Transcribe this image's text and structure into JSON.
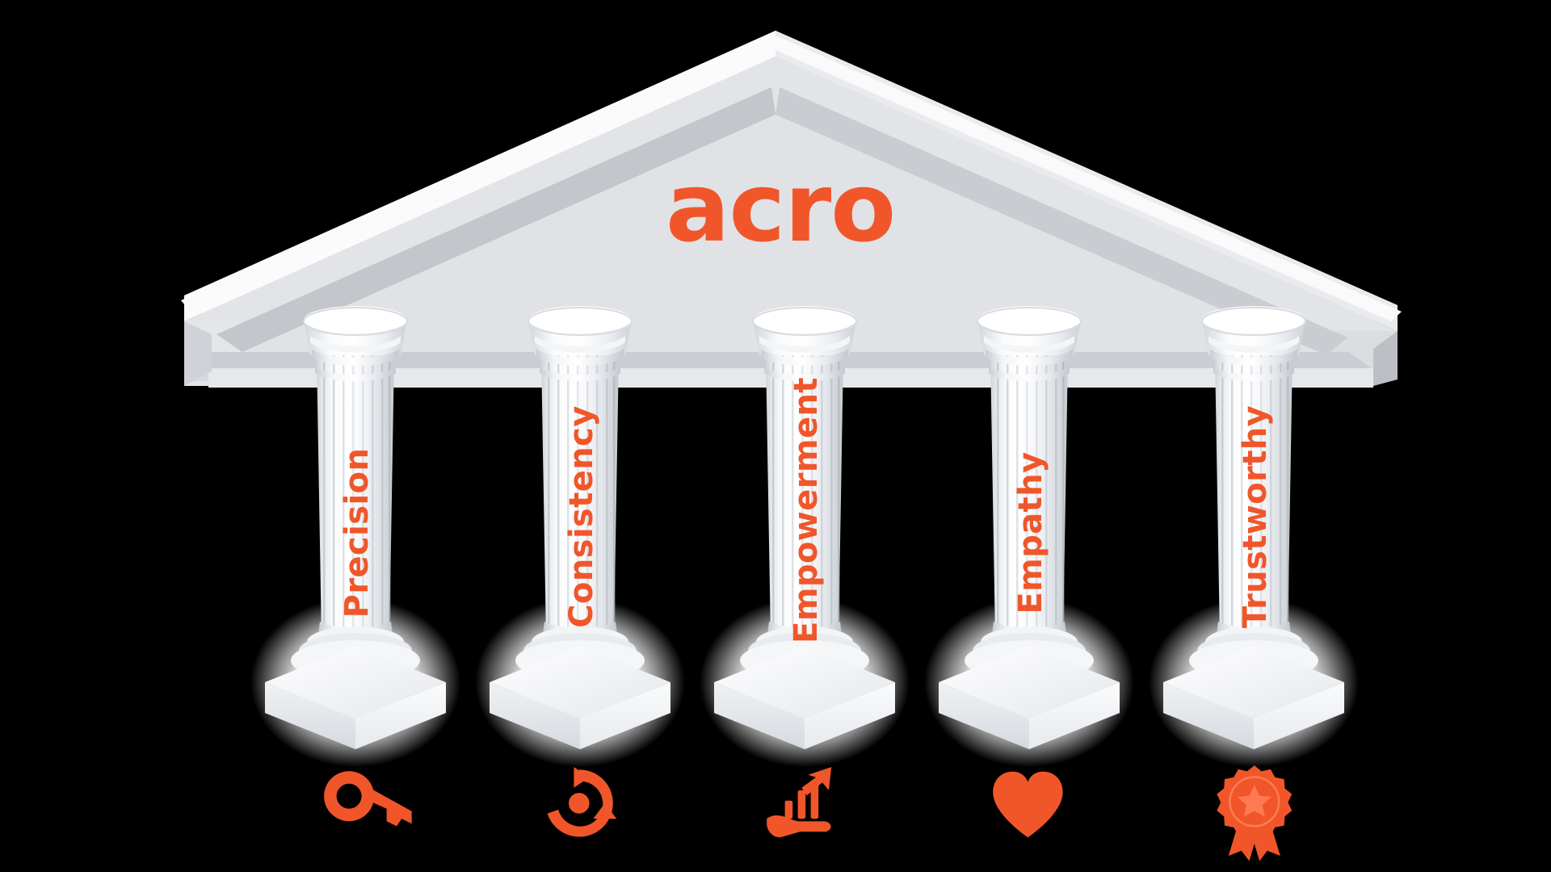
{
  "illustration": {
    "title": "acro five pillars temple illustration",
    "background_color": "#000000",
    "accent_color": "#F0562A",
    "stone_light": "#FFFFFF",
    "stone_mid": "#E3E5E8",
    "stone_shadow": "#C8CACD",
    "stone_deep": "#B9BCC0"
  },
  "pediment": {
    "logo": "acro",
    "logo_color": "#F0562A"
  },
  "pillars": [
    {
      "label": "Precision",
      "icon_name": "key-icon",
      "icon_color": "#F0562A"
    },
    {
      "label": "Consistency",
      "icon_name": "recycle-cycle-icon",
      "icon_color": "#F0562A"
    },
    {
      "label": "Empowerment",
      "icon_name": "hand-growth-chart-icon",
      "icon_color": "#F0562A"
    },
    {
      "label": "Empathy",
      "icon_name": "heart-icon",
      "icon_color": "#F0562A"
    },
    {
      "label": "Trustworthy",
      "icon_name": "award-badge-icon",
      "icon_color": "#F0562A"
    }
  ]
}
